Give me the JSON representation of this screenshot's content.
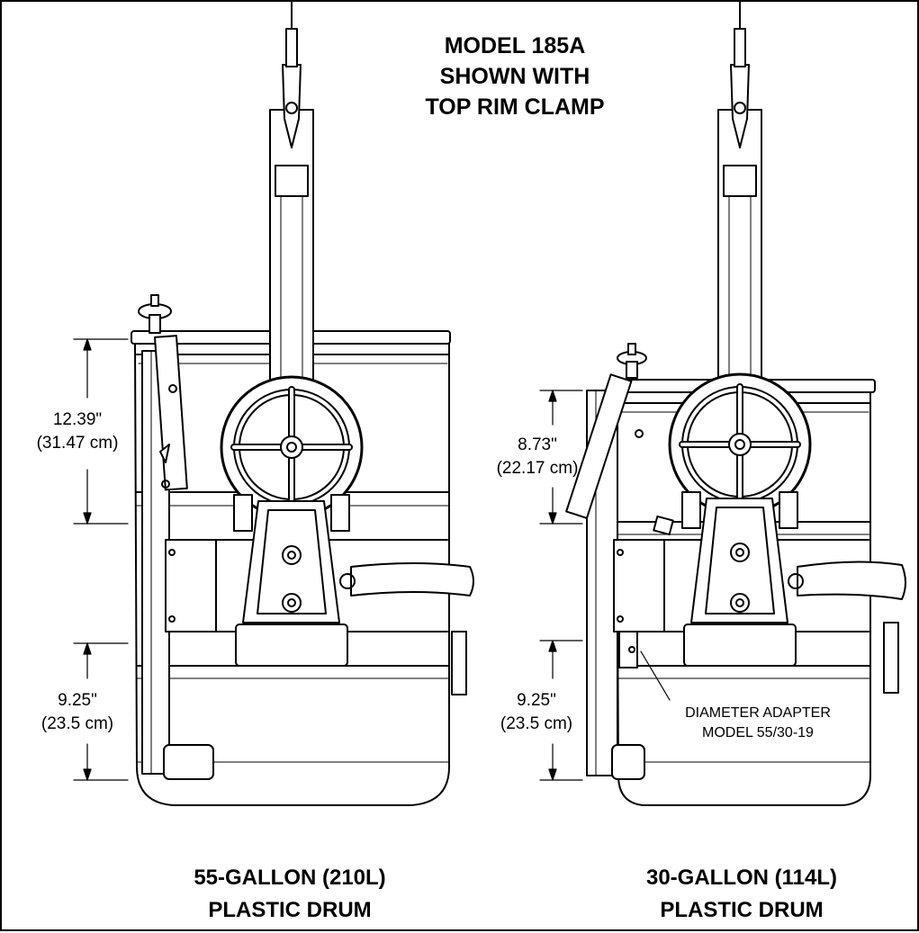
{
  "title": {
    "lines": [
      "MODEL 185A",
      "SHOWN WITH",
      "TOP RIM CLAMP"
    ]
  },
  "drums": [
    {
      "caption": [
        "55-GALLON (210L)",
        "PLASTIC DRUM"
      ],
      "dim_upper": [
        "12.39\"",
        "(31.47 cm)"
      ],
      "dim_lower": [
        "9.25\"",
        "(23.5 cm)"
      ]
    },
    {
      "caption": [
        "30-GALLON (114L)",
        "PLASTIC DRUM"
      ],
      "dim_upper": [
        "8.73\"",
        "(22.17 cm)"
      ],
      "dim_lower": [
        "9.25\"",
        "(23.5 cm)"
      ]
    }
  ],
  "adapter_note": [
    "DIAMETER ADAPTER",
    "MODEL 55/30-19"
  ]
}
